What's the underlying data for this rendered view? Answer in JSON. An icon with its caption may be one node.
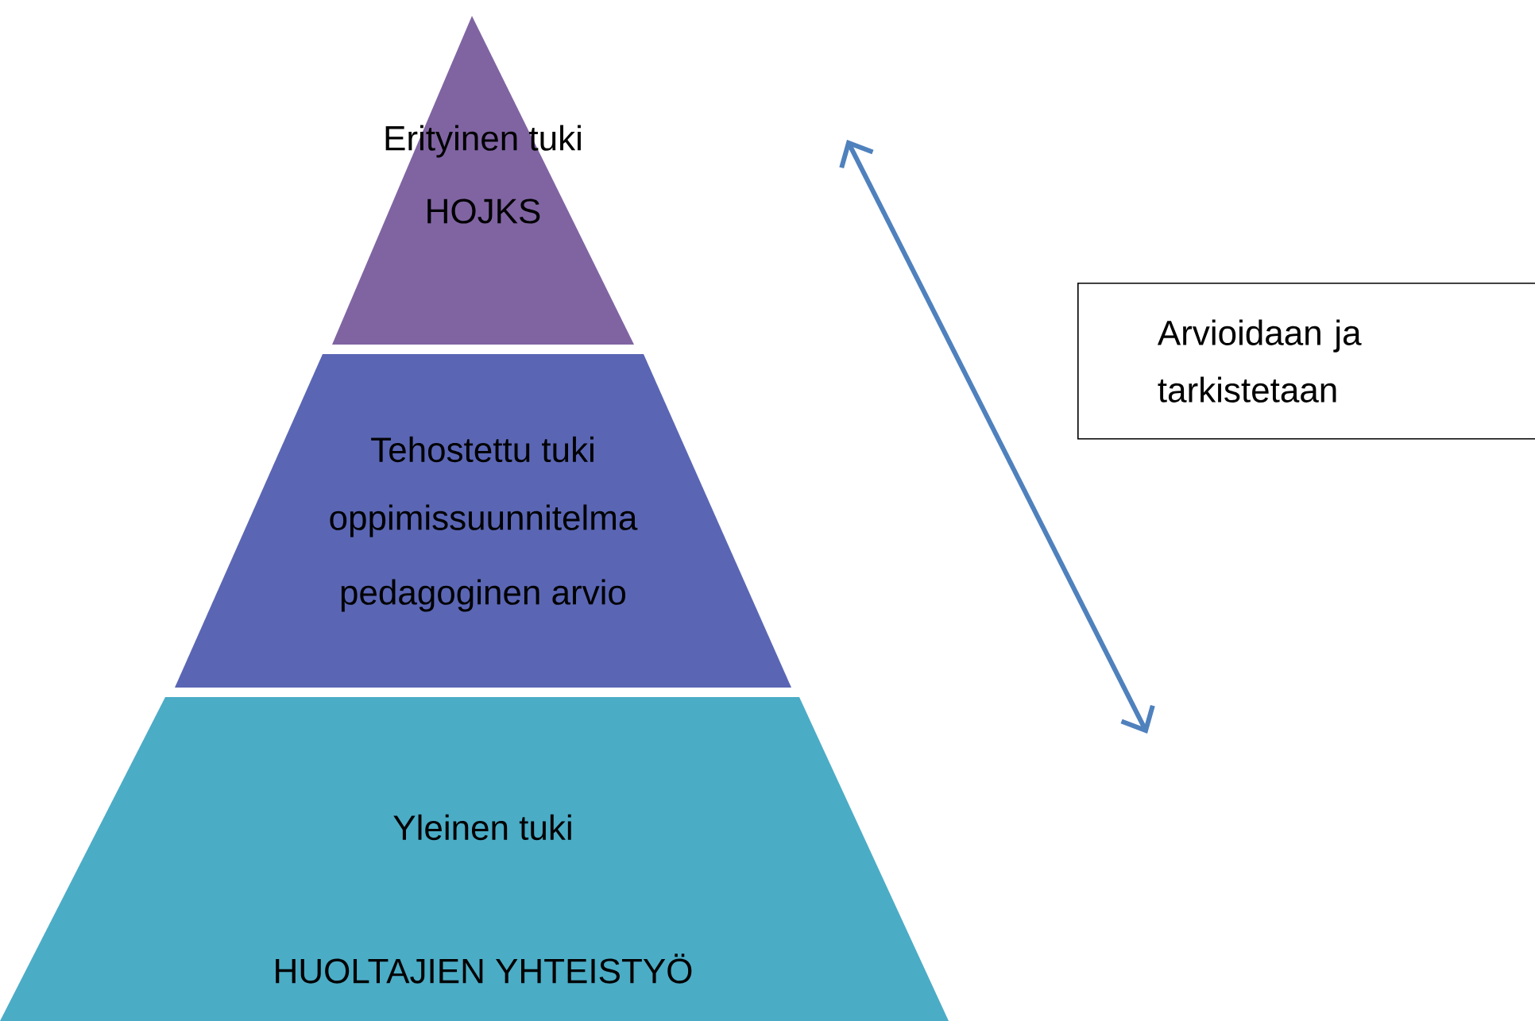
{
  "diagram": {
    "nodes": [
      {
        "text": [
          "Erityinen tuki",
          "HOJKS"
        ]
      },
      {
        "text": [
          "Tehostettu tuki",
          "oppimissuunnitelma",
          "pedagoginen arvio"
        ]
      },
      {
        "text": [
          "Yleinen tuki",
          "HUOLTAJIEN YHTEISTYÖ"
        ]
      },
      {
        "text": [
          "Arvioidaan ja tarkistetaan"
        ]
      }
    ]
  }
}
